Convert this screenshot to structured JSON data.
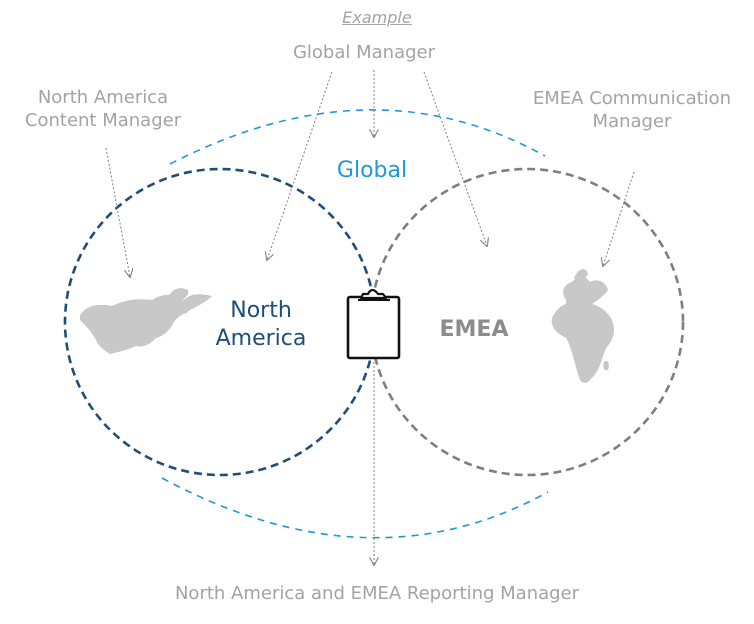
{
  "labels": {
    "example": "Example",
    "global_manager": "Global Manager",
    "na_content_manager": [
      "North America",
      "Content Manager"
    ],
    "emea_comm_manager": [
      "EMEA Communication",
      "Manager"
    ],
    "global": "Global",
    "north_america": [
      "North",
      "America"
    ],
    "emea": "EMEA",
    "reporting_manager": "North America and EMEA Reporting Manager"
  },
  "icons": {
    "center": "clipboard-icon",
    "left_map": "north-america-map-icon",
    "right_map": "europe-africa-map-icon"
  },
  "colors": {
    "global": "#1e9ad6",
    "north_america": "#1f4e79",
    "emea": "#7f7f7f",
    "labels": "#a3a3a3",
    "arrows": "#808080",
    "maps": "#c8c8c8"
  }
}
